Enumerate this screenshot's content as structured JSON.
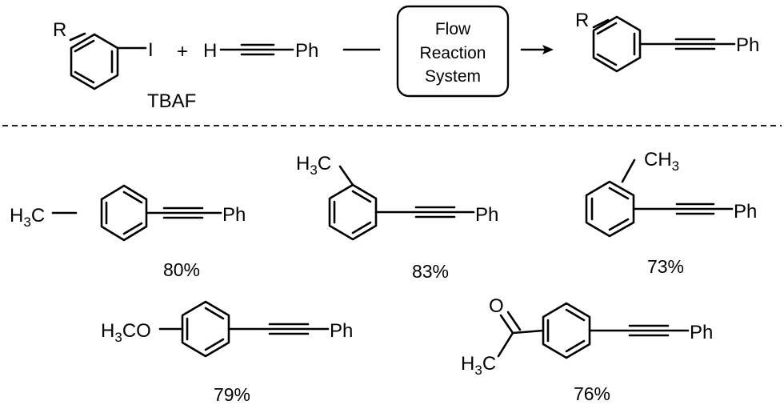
{
  "reaction": {
    "reactant_aryl": {
      "r_group": "R",
      "halide": "I"
    },
    "plus": "+",
    "reactant_alkyne": {
      "h": "H",
      "ph": "Ph"
    },
    "reagent": "TBAF",
    "box_lines": [
      "Flow",
      "Reaction",
      "System"
    ],
    "product": {
      "r_group": "R",
      "ph": "Ph"
    }
  },
  "products": [
    {
      "substituent": "H3C",
      "ph": "Ph",
      "yield": "80%"
    },
    {
      "substituent": "H3C",
      "ph": "Ph",
      "yield": "83%"
    },
    {
      "substituent": "CH3",
      "ph": "Ph",
      "yield": "73%"
    },
    {
      "substituent": "H3CO",
      "ph": "Ph",
      "yield": "79%"
    },
    {
      "substituent_top": "O",
      "substituent": "H3C",
      "ph": "Ph",
      "yield": "76%"
    }
  ],
  "colors": {
    "ink": "#000000",
    "background": "#ffffff"
  }
}
